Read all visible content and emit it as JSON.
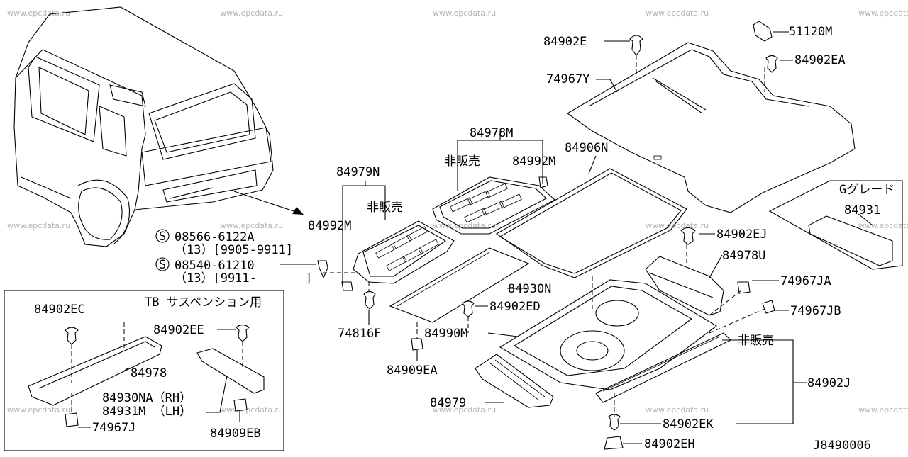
{
  "watermark": "www.epcdata.ru",
  "drawing_code": "J8490006",
  "inset_title": "TB サスペンション用",
  "grade_box_title": "Gグレード",
  "not_for_sale": "非販売",
  "labels": {
    "p84902E": "84902E",
    "p51120M": "51120M",
    "p84902EA": "84902EA",
    "p74967Y": "74967Y",
    "p84978M": "84978M",
    "p84992M_top": "84992M",
    "p84906N": "84906N",
    "p84979N": "84979N",
    "p84992M_left": "84992M",
    "p84931": "84931",
    "p84902EJ": "84902EJ",
    "p84978U": "84978U",
    "p74967JA": "74967JA",
    "p74967JB": "74967JB",
    "p84930N": "84930N",
    "p84902ED": "84902ED",
    "p84990M": "84990M",
    "p74816F": "74816F",
    "p84909EA": "84909EA",
    "p84979": "84979",
    "p84902J": "84902J",
    "p84902EK": "84902EK",
    "p84902EH": "84902EH",
    "p84902EC": "84902EC",
    "p84902EE": "84902EE",
    "p84978": "84978",
    "p84930NA": "84930NA（RH）",
    "p84931M": "84931M （LH）",
    "p74967J": "74967J",
    "p84909EB": "84909EB"
  },
  "screws": [
    {
      "symbol": "S",
      "part": "08566-6122A",
      "note": "（13）[9905-9911]"
    },
    {
      "symbol": "S",
      "part": "08540-61210",
      "note": "（13）[9911-"
    }
  ],
  "screw_note_close": "]",
  "icons": [
    "clip-icon",
    "grommet-icon",
    "screw-symbol-icon",
    "arrow-icon"
  ]
}
